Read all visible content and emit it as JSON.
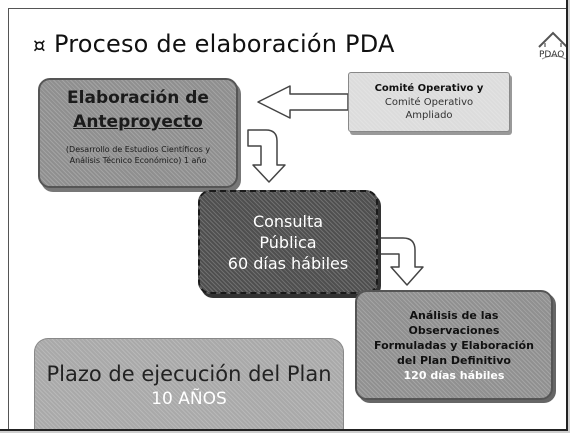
{
  "title": {
    "bullet": "¤",
    "text": "Proceso de elaboración PDA"
  },
  "logo": {
    "text": "PDAO"
  },
  "nodes": {
    "elaboracion": {
      "title_line1": "Elaboración de",
      "title_line2": "Anteproyecto",
      "sub_line1": "(Desarrollo de Estudios Científicos y",
      "sub_line2": "Análisis Técnico Económico) 1 año"
    },
    "comite": {
      "line1": "Comité Operativo y",
      "line2": "Comité Operativo",
      "line3": "Ampliado"
    },
    "consulta": {
      "line1": "Consulta",
      "line2": "Pública",
      "line3": "60 días hábiles"
    },
    "analisis": {
      "line1": "Análisis de las",
      "line2": "Observaciones",
      "line3": "Formuladas y Elaboración",
      "line4": "del Plan Definitivo",
      "line5": "120 días hábiles"
    },
    "plazo": {
      "line1": "Plazo de ejecución del Plan",
      "line2": "10 AÑOS"
    }
  },
  "colors": {
    "box_dark": "#4f4f4f",
    "box_medium": "#8f8f8f",
    "box_light": "#dcdcdc",
    "arrow_fill": "#ffffff",
    "arrow_stroke": "#444444"
  }
}
